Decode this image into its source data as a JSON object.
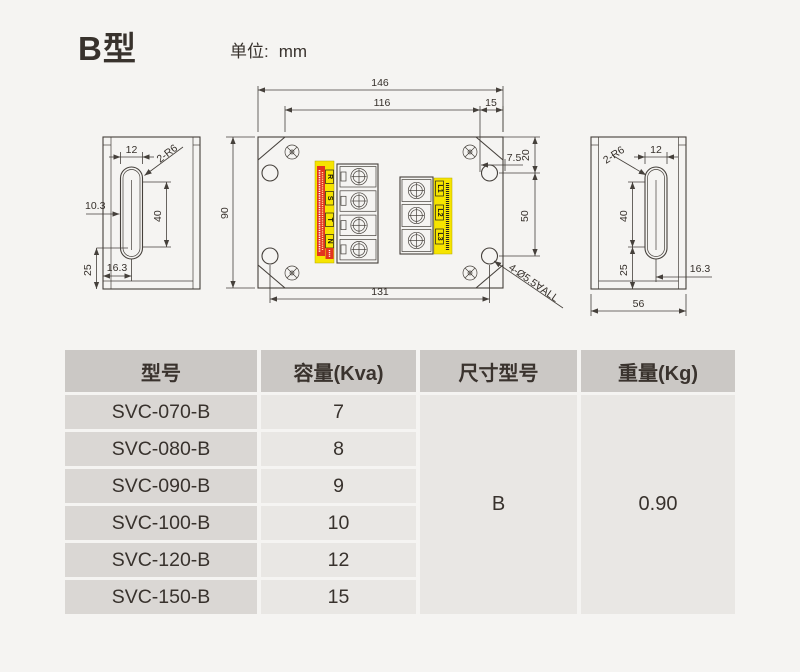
{
  "header": {
    "title": "B型",
    "unit_label": "单位:",
    "unit_value": "mm"
  },
  "drawing": {
    "front": {
      "w146": "146",
      "w116": "116",
      "w15": "15",
      "h90": "90",
      "w131": "131",
      "d75": "7.5",
      "d20": "20",
      "d50": "50",
      "callout": "4-Ø5.5∀ALL"
    },
    "left": {
      "w12": "12",
      "r": "2-R6",
      "d103": "10.3",
      "h40": "40",
      "h25": "25",
      "d163": "16.3"
    },
    "right": {
      "w12": "12",
      "r": "2-R6",
      "h40": "40",
      "h25": "25",
      "d163": "16.3",
      "d56": "56"
    },
    "input_terminals": [
      "R",
      "S",
      "T",
      "N"
    ],
    "output_terminals": [
      "L1",
      "L2",
      "L3"
    ]
  },
  "table": {
    "headers": [
      "型号",
      "容量(Kva)",
      "尺寸型号",
      "重量(Kg)"
    ],
    "rows": [
      {
        "model": "SVC-070-B",
        "capacity": "7"
      },
      {
        "model": "SVC-080-B",
        "capacity": "8"
      },
      {
        "model": "SVC-090-B",
        "capacity": "9"
      },
      {
        "model": "SVC-100-B",
        "capacity": "10"
      },
      {
        "model": "SVC-120-B",
        "capacity": "12"
      },
      {
        "model": "SVC-150-B",
        "capacity": "15"
      }
    ],
    "size_type": "B",
    "weight": "0.90"
  },
  "colors": {
    "background": "#f5f4f2",
    "line": "#45403b",
    "label_yellow": "#f6e400",
    "label_red": "#e2341f",
    "table_header_bg": "#cbc8c5",
    "row_model_bg": "#dad7d4",
    "row_value_bg": "#e9e7e4"
  }
}
